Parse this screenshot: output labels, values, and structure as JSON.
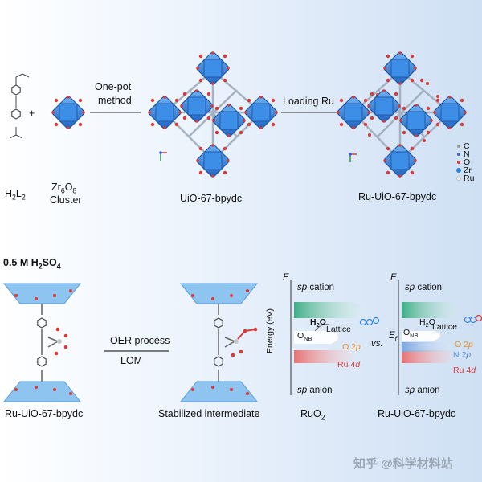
{
  "top": {
    "ligand_label": "H2L2",
    "cluster_line1": "Zr6O8",
    "cluster_line2": "Cluster",
    "plus": "+",
    "step1_line1": "One-pot",
    "step1_line2": "method",
    "product1": "UiO-67-bpydc",
    "step2": "Loading Ru",
    "product2": "Ru-UiO-67-bpydc",
    "legend": [
      "C",
      "N",
      "O",
      "Zr",
      "Ru"
    ]
  },
  "bottom": {
    "condition": "0.5 M H2SO4",
    "left_label": "Ru-UiO-67-bpydc",
    "arrow_top": "OER process",
    "arrow_bottom": "LOM",
    "mid_label": "Stabilized intermediate",
    "band1": {
      "axis_top": "E",
      "ylabel": "Energy (eV)",
      "sp_cation": "sp cation",
      "sp_anion": "sp anion",
      "h2o": "H2O",
      "onb": "ONB",
      "lattice": "Lattice",
      "o2p": "O 2p",
      "ru4d": "Ru 4d",
      "caption": "RuO2"
    },
    "vs": "vs.",
    "band2": {
      "axis_top": "E",
      "ef": "Ef",
      "sp_cation": "sp cation",
      "sp_anion": "sp anion",
      "h2o": "H2O",
      "onb": "ONB",
      "lattice": "Lattice",
      "o2p": "O 2p",
      "n2p": "N 2p",
      "ru4d": "Ru 4d",
      "caption": "Ru-UiO-67-bpydc"
    }
  },
  "watermark": "知乎 @科学材料站",
  "colors": {
    "zr_blue": "#2f7fd8",
    "oxygen_red": "#d83a3a",
    "cation_green": "#5fbf98",
    "anion_pink": "#e87a7a",
    "n2p_blue": "#5b8fd8",
    "o2p_orange": "#e8902a"
  }
}
